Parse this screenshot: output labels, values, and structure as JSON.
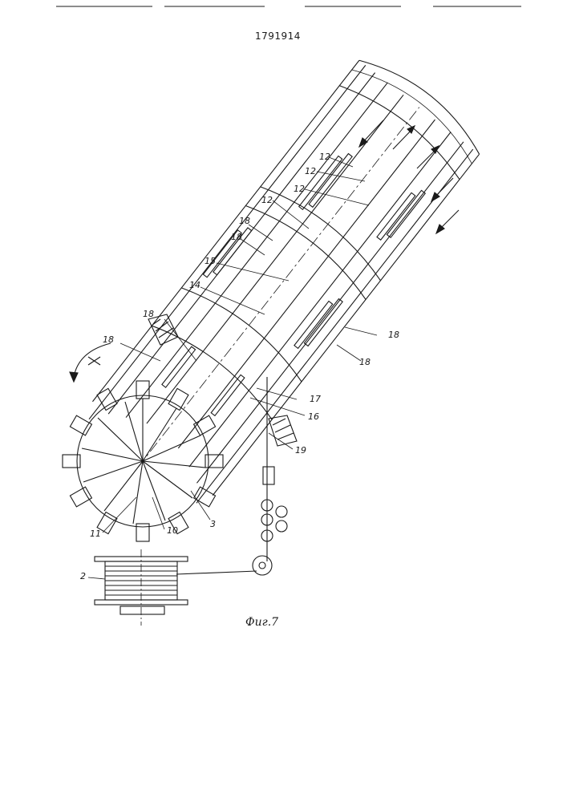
{
  "document_number": "1791914",
  "figure_caption": "Фиг.7",
  "callouts": [
    {
      "id": "c12a",
      "text": "12"
    },
    {
      "id": "c12b",
      "text": "12"
    },
    {
      "id": "c12c",
      "text": "12"
    },
    {
      "id": "c12d",
      "text": "12"
    },
    {
      "id": "c18a",
      "text": "18"
    },
    {
      "id": "c18b",
      "text": "18"
    },
    {
      "id": "c15",
      "text": "15"
    },
    {
      "id": "c14",
      "text": "14"
    },
    {
      "id": "c18c",
      "text": "18"
    },
    {
      "id": "c18d",
      "text": "18"
    },
    {
      "id": "c18e",
      "text": "18"
    },
    {
      "id": "c18f",
      "text": "18"
    },
    {
      "id": "c17",
      "text": "17"
    },
    {
      "id": "c16",
      "text": "16"
    },
    {
      "id": "c19",
      "text": "19"
    },
    {
      "id": "c11",
      "text": "11"
    },
    {
      "id": "c10",
      "text": "10"
    },
    {
      "id": "c3",
      "text": "3"
    },
    {
      "id": "c2",
      "text": "2"
    }
  ],
  "colors": {
    "ink": "#1a1a1a",
    "paper": "#ffffff"
  }
}
